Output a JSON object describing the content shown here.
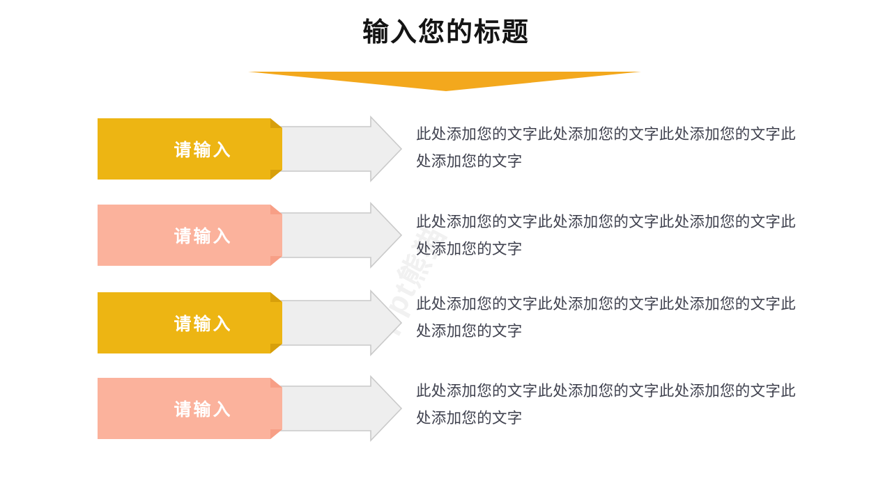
{
  "slide": {
    "title": "输入您的标题",
    "background_color": "#ffffff",
    "title_color": "#141414",
    "divider_color": "#f3a81d",
    "watermark_text": "ppt熊猫"
  },
  "palette": {
    "orange": "#edb513",
    "orange_fold": "#d79f0b",
    "pink": "#fbb29c",
    "pink_fold": "#f79f86",
    "arrow_fill": "#eeeeee",
    "arrow_stroke": "#c9c9c9",
    "label_text": "#ffffff",
    "body_text": "#3f414e"
  },
  "rows": [
    {
      "label": "请输入",
      "color_key": "orange",
      "fill": "#edb513",
      "fold": "#d79f0b",
      "body": "此处添加您的文字此处添加您的文字此处添加您的文字此处添加您的文字"
    },
    {
      "label": "请输入",
      "color_key": "pink",
      "fill": "#fbb29c",
      "fold": "#f79f86",
      "body": "此处添加您的文字此处添加您的文字此处添加您的文字此处添加您的文字"
    },
    {
      "label": "请输入",
      "color_key": "orange",
      "fill": "#edb513",
      "fold": "#d79f0b",
      "body": "此处添加您的文字此处添加您的文字此处添加您的文字此处添加您的文字"
    },
    {
      "label": "请输入",
      "color_key": "pink",
      "fill": "#fbb29c",
      "fold": "#f79f86",
      "body": "此处添加您的文字此处添加您的文字此处添加您的文字此处添加您的文字"
    }
  ]
}
